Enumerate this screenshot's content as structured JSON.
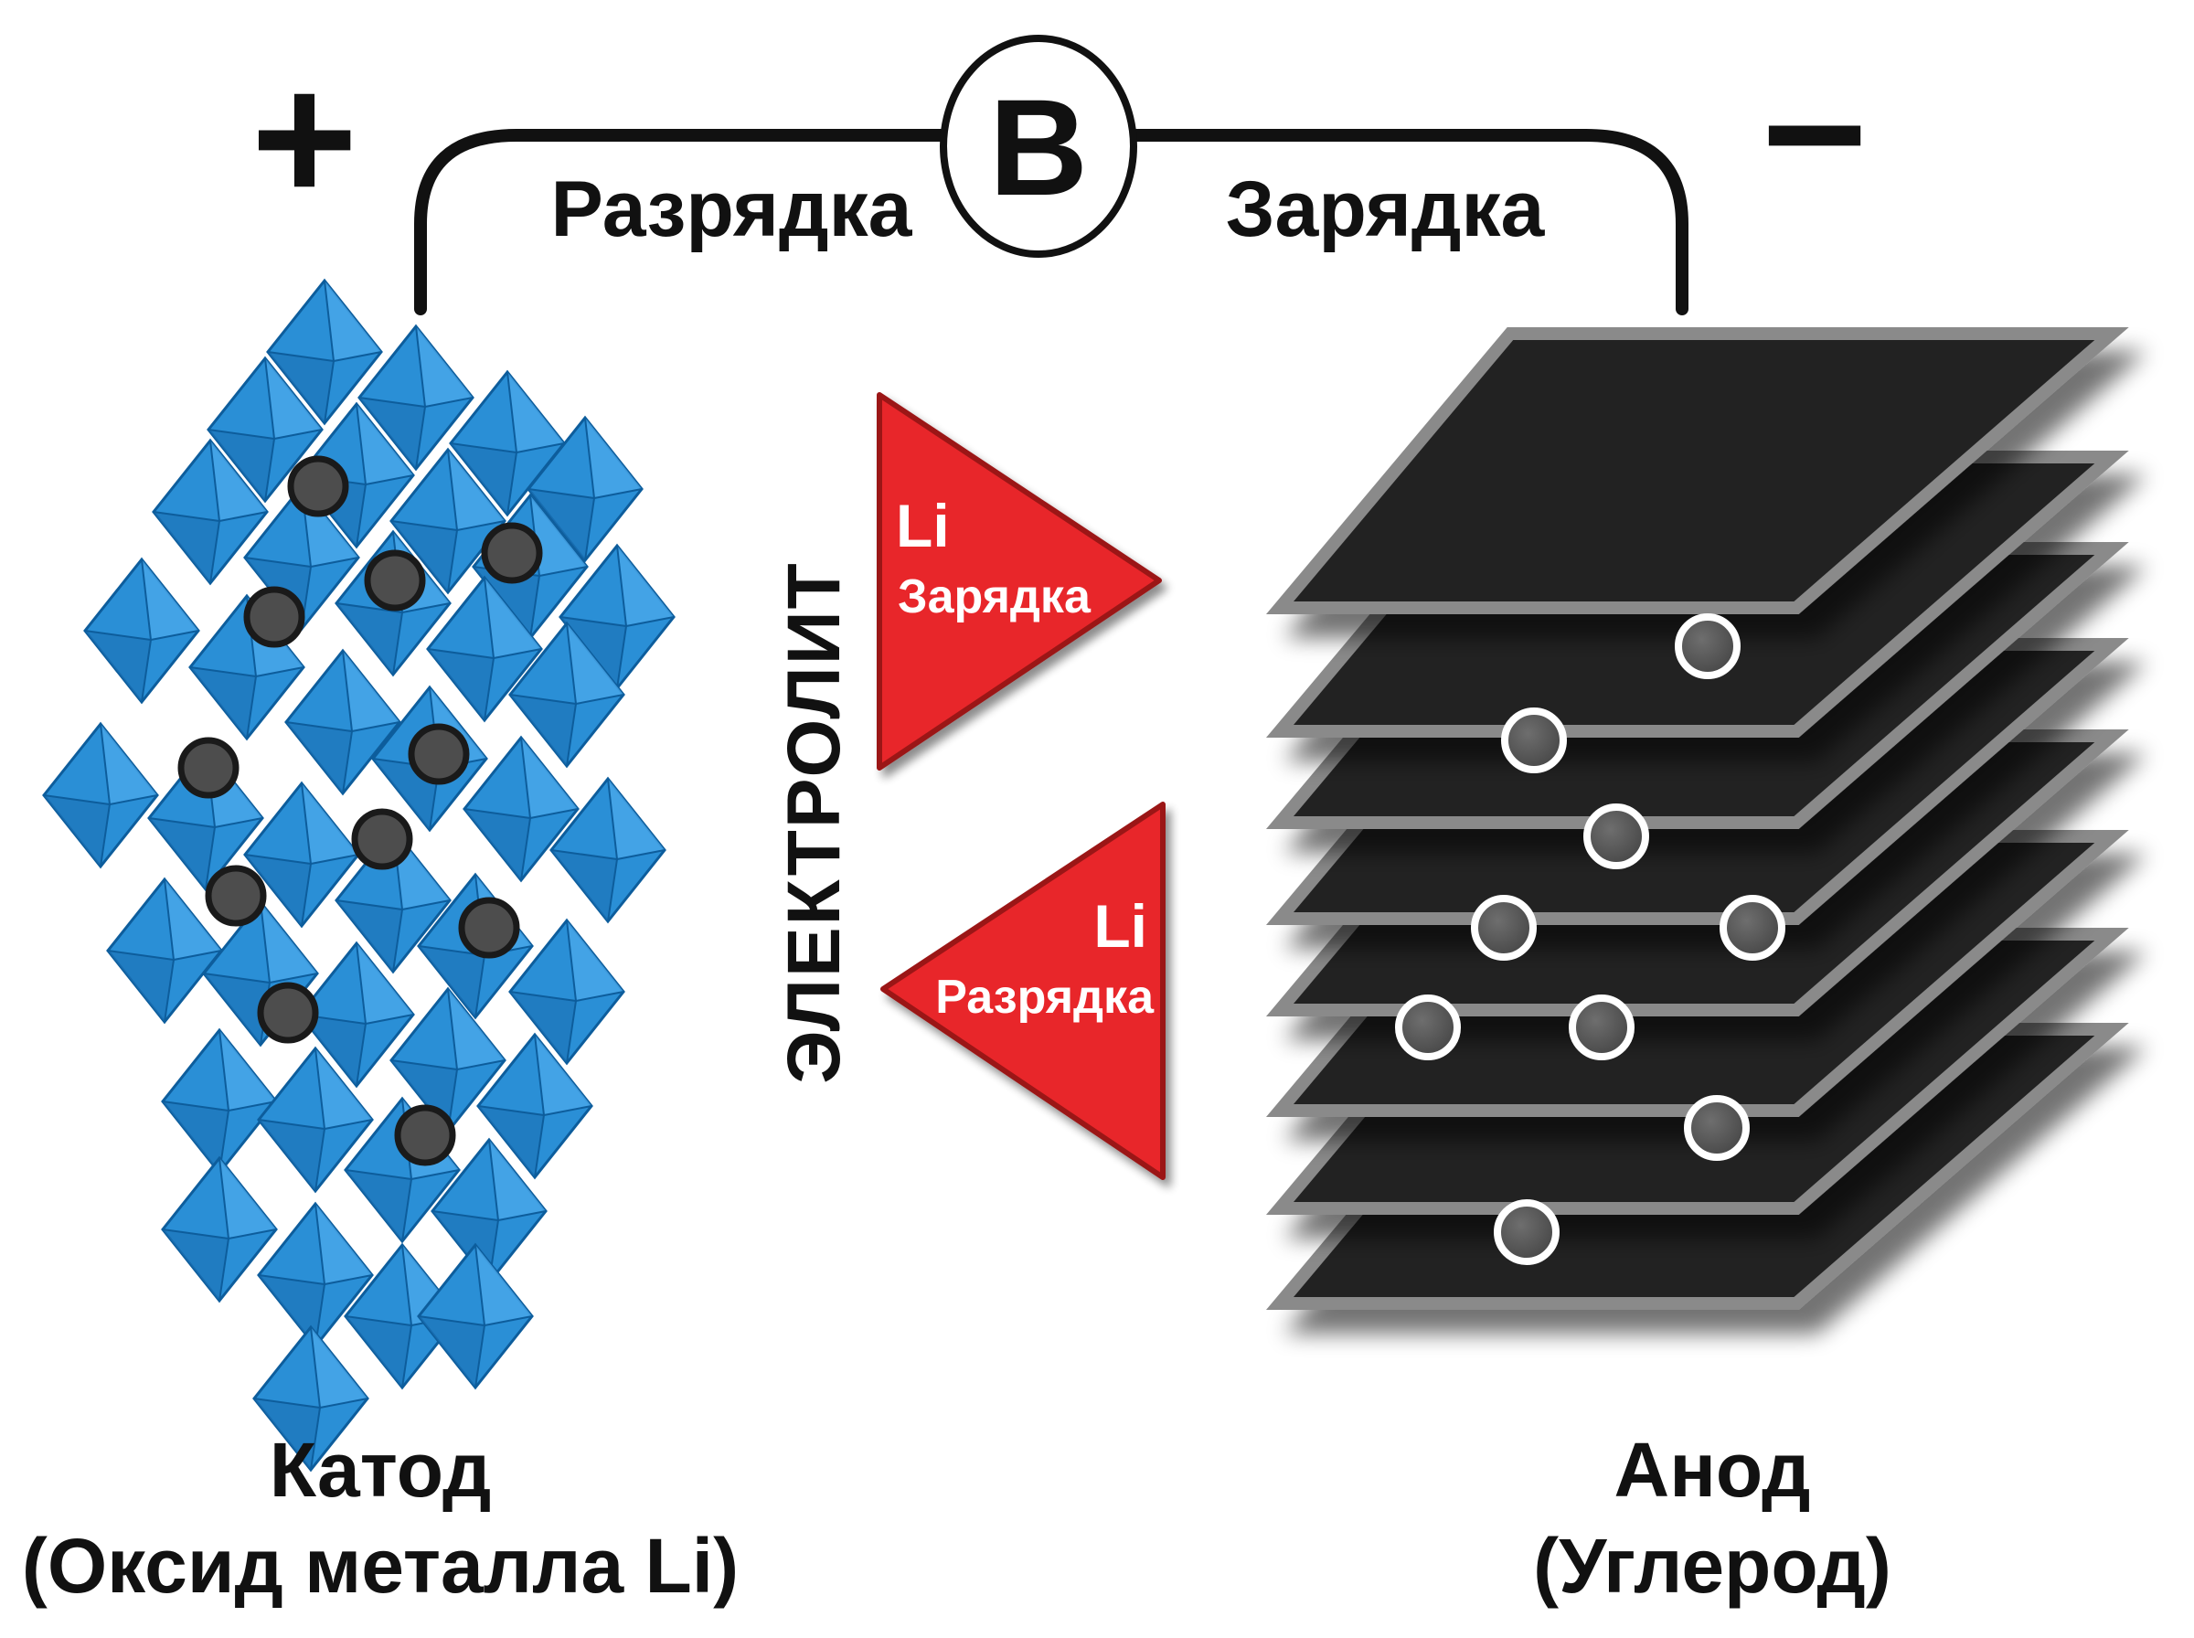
{
  "circuit": {
    "plus_sign": "+",
    "minus_sign": "−",
    "meter_label": "В",
    "discharge_label": "Разрядка",
    "charge_label": "Зарядка"
  },
  "electrolyte": {
    "label": "ЭЛЕКТРОЛИТ",
    "arrow_charge": {
      "ion": "Li",
      "text": "Зарядка"
    },
    "arrow_discharge": {
      "ion": "Li",
      "text": "Разрядка"
    }
  },
  "cathode": {
    "title": "Катод",
    "subtitle": "(Оксид металла Li)"
  },
  "anode": {
    "title": "Анод",
    "subtitle": "(Углерод)"
  },
  "colors": {
    "cathode_blue": "#2a8fd6",
    "cathode_edge": "#0d5d9c",
    "arrow_red": "#e8282c",
    "sheet_dark": "#222222",
    "sheet_edge": "#8a8a8a",
    "ion_gray": "#555555"
  }
}
